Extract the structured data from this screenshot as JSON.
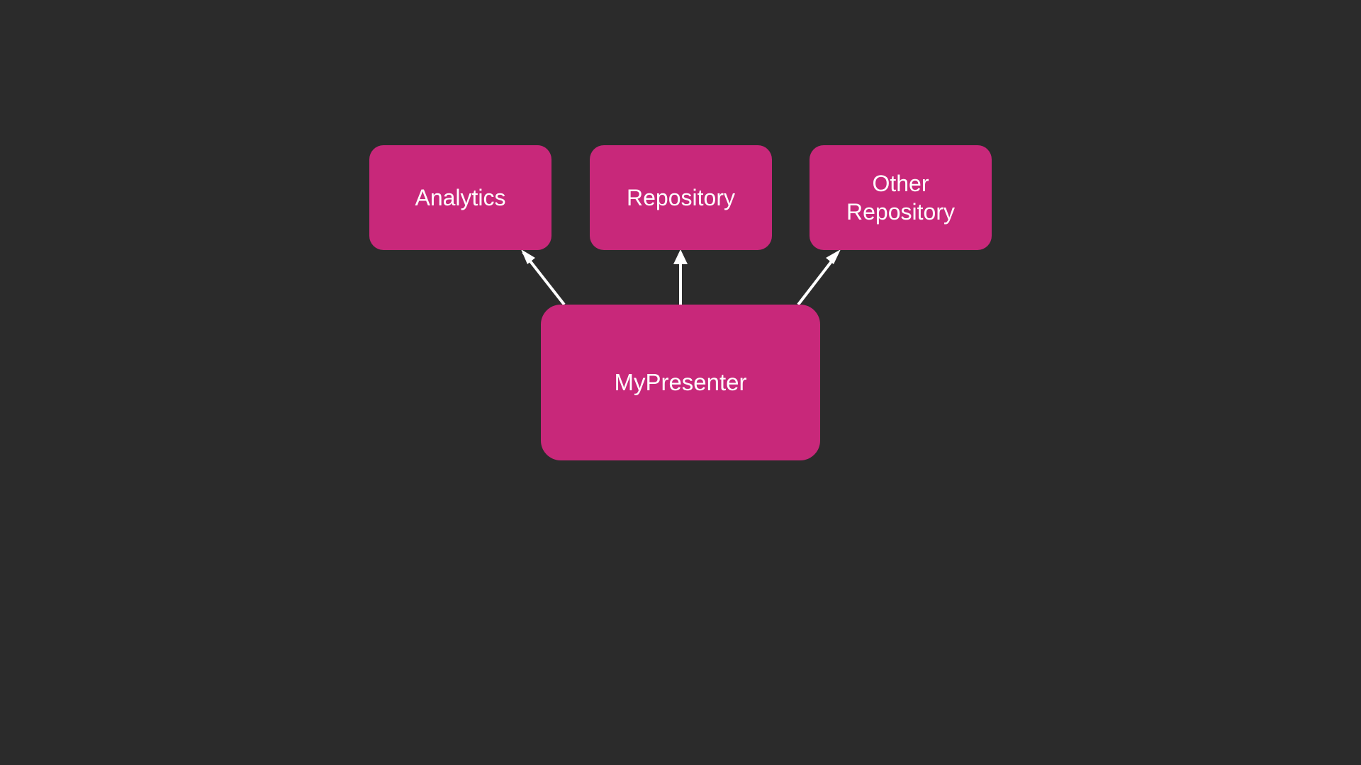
{
  "diagram": {
    "colors": {
      "background": "#2b2b2b",
      "node_fill": "#c8287a",
      "node_text": "#ffffff",
      "edge": "#ffffff"
    },
    "nodes": {
      "analytics": {
        "label": "Analytics"
      },
      "repository": {
        "label": "Repository"
      },
      "other_repository": {
        "label_line1": "Other",
        "label_line2": "Repository"
      },
      "presenter": {
        "label": "MyPresenter"
      }
    },
    "edges": [
      {
        "from": "presenter",
        "to": "analytics"
      },
      {
        "from": "presenter",
        "to": "repository"
      },
      {
        "from": "presenter",
        "to": "other_repository"
      }
    ]
  }
}
